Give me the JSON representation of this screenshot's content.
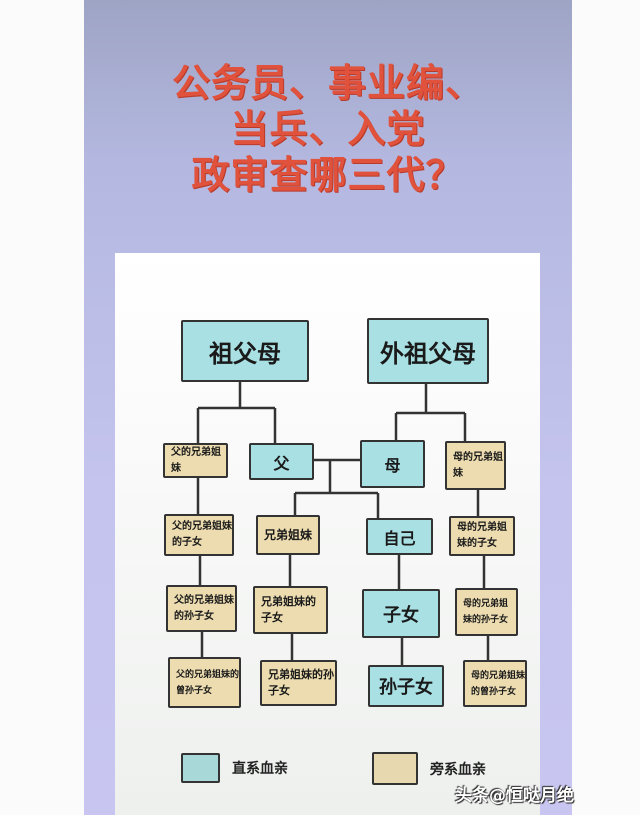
{
  "title_lines": [
    "公务员、事业编、",
    "当兵、入党",
    "政审查哪三代？"
  ],
  "colors": {
    "direct": "#a9e0e4",
    "collateral": "#ecdcb0",
    "title": "#e0523c"
  },
  "nodes": {
    "grandparents": "祖父母",
    "maternal_grandparents": "外祖父母",
    "father_siblings": "父的兄弟姐妹",
    "father": "父",
    "mother": "母",
    "mother_siblings": "母的兄弟姐妹",
    "father_siblings_children": "父的兄弟姐妹的子女",
    "siblings": "兄弟姐妹",
    "self": "自己",
    "mother_siblings_children": "母的兄弟姐妹的子女",
    "father_siblings_grandchildren": "父的兄弟姐妹的孙子女",
    "siblings_children": "兄弟姐妹的子女",
    "children": "子女",
    "mother_siblings_grandchildren": "母的兄弟姐妹的孙子女",
    "father_siblings_great_grandchildren": "父的兄弟姐妹的曾孙子女",
    "siblings_grandchildren": "兄弟姐妹的孙子女",
    "grandchildren": "孙子女",
    "mother_siblings_great_grandchildren": "母的兄弟姐妹的曾孙子女"
  },
  "legend": {
    "direct": "直系血亲",
    "collateral": "旁系血亲"
  },
  "watermark": "头条@恒哒月绝"
}
